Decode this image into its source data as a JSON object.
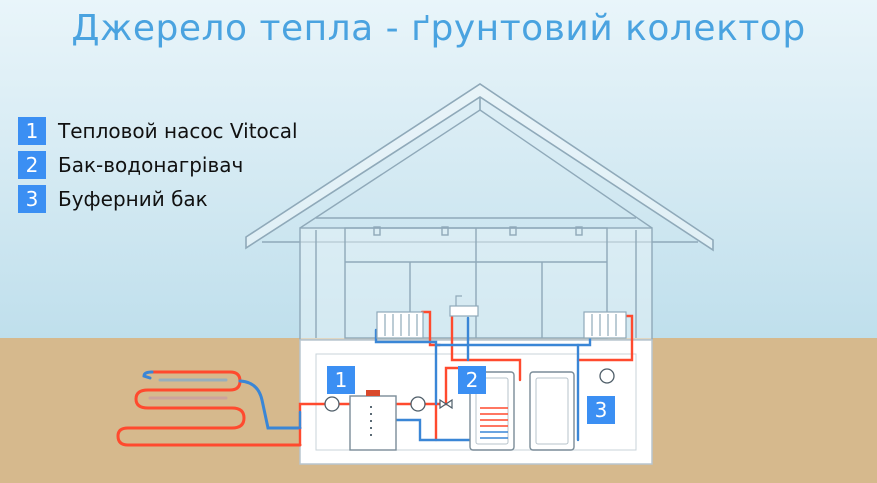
{
  "title": "Джерело тепла - ґрунтовий колектор",
  "legend": [
    {
      "num": "1",
      "label": "Тепловой насос Vitocal"
    },
    {
      "num": "2",
      "label": "Бак-водонагрівач"
    },
    {
      "num": "3",
      "label": "Буферний бак"
    }
  ],
  "markers": [
    "1",
    "2",
    "3"
  ],
  "colors": {
    "accent": "#3b8ff3",
    "title": "#4aa3e0",
    "hot_pipe": "#ff4a2e",
    "cold_pipe": "#3a86d6",
    "ground": "#d6b98d",
    "house_line": "#8fa9b9"
  }
}
